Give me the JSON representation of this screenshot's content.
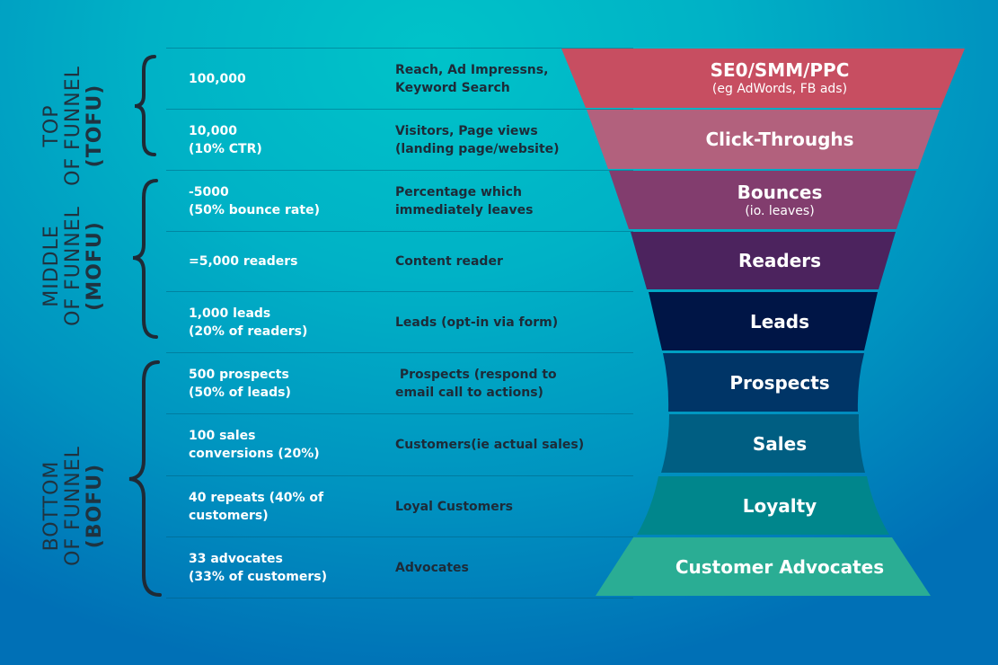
{
  "sections": [
    {
      "line1": "TOP",
      "line2": "OF FUNNEL",
      "abbr": "(TOFU)"
    },
    {
      "line1": "MIDDLE",
      "line2": "OF FUNNEL",
      "abbr": "(MOFU)"
    },
    {
      "line1": "BOTTOM",
      "line2": "OF FUNNEL",
      "abbr": "(BOFU)"
    }
  ],
  "rows": [
    {
      "count": [
        "100,000"
      ],
      "desc": [
        "Reach, Ad Impressns,",
        "Keyword Search"
      ],
      "stage": "SE0/SMM/PPC",
      "stage_sub": "(eg AdWords, FB ads)",
      "color": "#c74e61"
    },
    {
      "count": [
        "10,000",
        "(10% CTR)"
      ],
      "desc": [
        "Visitors, Page views",
        "(landing page/website)"
      ],
      "stage": "Click-Throughs",
      "stage_sub": null,
      "color": "#b2617d"
    },
    {
      "count": [
        "-5000",
        "(50% bounce rate)"
      ],
      "desc": [
        "Percentage which",
        "immediately leaves"
      ],
      "stage": "Bounces",
      "stage_sub": "(io. leaves)",
      "color": "#823d6e"
    },
    {
      "count": [
        "=5,000 readers"
      ],
      "desc": [
        "Content reader"
      ],
      "stage": "Readers",
      "stage_sub": null,
      "color": "#4c235e"
    },
    {
      "count": [
        "1,000 leads",
        "(20% of readers)"
      ],
      "desc": [
        "Leads (opt-in via form)"
      ],
      "stage": "Leads",
      "stage_sub": null,
      "color": "#001546"
    },
    {
      "count": [
        "500 prospects",
        "(50% of leads)"
      ],
      "desc": [
        " Prospects (respond to",
        "email call to actions)"
      ],
      "stage": "Prospects",
      "stage_sub": null,
      "color": "#003567"
    },
    {
      "count": [
        "100 sales",
        "conversions (20%)"
      ],
      "desc": [
        "Customers(ie actual sales)"
      ],
      "stage": "Sales",
      "stage_sub": null,
      "color": "#005e82"
    },
    {
      "count": [
        "40 repeats (40% of",
        "customers)"
      ],
      "desc": [
        "Loyal Customers"
      ],
      "stage": "Loyalty",
      "stage_sub": null,
      "color": "#00868c"
    },
    {
      "count": [
        "33 advocates",
        "(33% of customers)"
      ],
      "desc": [
        "Advocates"
      ],
      "stage": "Customer Advocates",
      "stage_sub": null,
      "color": "#2aad94"
    }
  ]
}
